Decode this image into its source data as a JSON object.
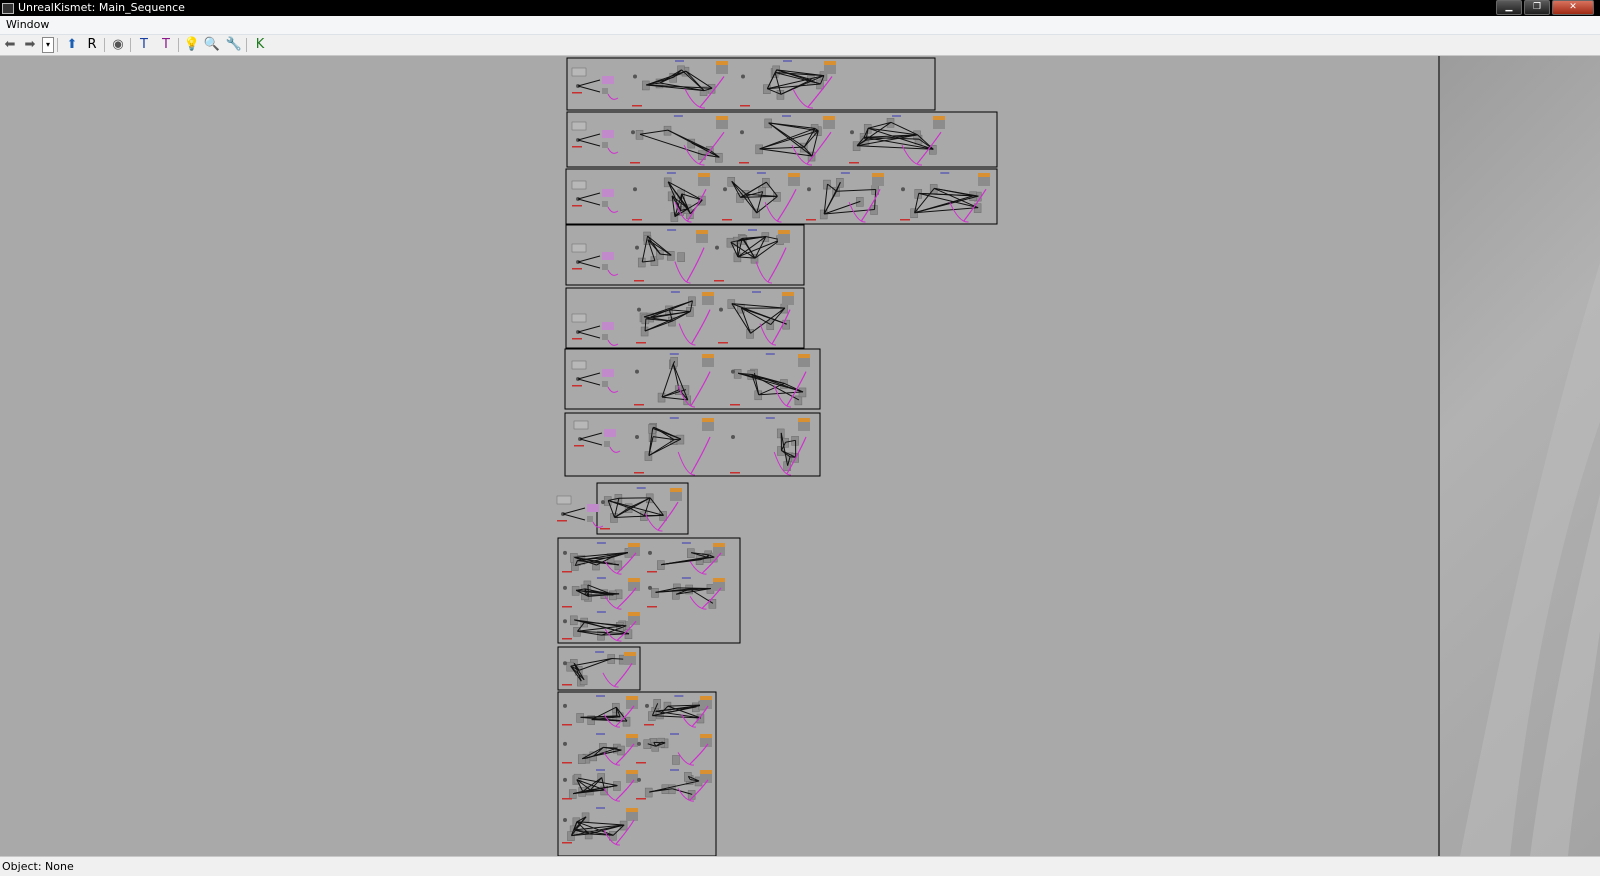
{
  "window": {
    "title": "UnrealKismet: Main_Sequence"
  },
  "window_controls": [
    {
      "name": "minimize-button",
      "glyph": "▁"
    },
    {
      "name": "maximize-button",
      "glyph": "❐"
    },
    {
      "name": "close-button",
      "glyph": "✕"
    }
  ],
  "menubar": {
    "items": [
      "Window"
    ]
  },
  "toolbar": {
    "buttons": [
      {
        "name": "back-arrow-icon",
        "glyph": "⬅",
        "color": "#555555",
        "type": "button"
      },
      {
        "name": "forward-arrow-icon",
        "glyph": "➡",
        "color": "#555555",
        "type": "button"
      },
      {
        "name": "history-dropdown",
        "glyph": "▾",
        "color": "#000000",
        "type": "dropdown"
      },
      {
        "name": "parent-sequence-up-icon",
        "glyph": "⬆",
        "color": "#1a5fb4",
        "type": "button"
      },
      {
        "name": "rename-sequence-icon",
        "glyph": "R",
        "color": "#000000",
        "type": "button"
      },
      {
        "name": "hide-connectors-icon",
        "glyph": "◉",
        "color": "#555555",
        "type": "button"
      },
      {
        "name": "show-all-connectors-icon",
        "glyph": "T",
        "color": "#1a3fa0",
        "type": "button"
      },
      {
        "name": "hide-unused-connectors-icon",
        "glyph": "T",
        "color": "#8b1a8b",
        "type": "button"
      },
      {
        "name": "lightbulb-icon",
        "glyph": "💡",
        "color": "#2d6e2d",
        "type": "button"
      },
      {
        "name": "search-icon",
        "glyph": "🔍",
        "color": "#333333",
        "type": "button"
      },
      {
        "name": "wrench-icon",
        "glyph": "🔧",
        "color": "#2d6e2d",
        "type": "button"
      },
      {
        "name": "kismet-k-icon",
        "glyph": "K",
        "color": "#1d7a1d",
        "type": "button"
      }
    ]
  },
  "canvas": {
    "sequence_group_count": 11
  },
  "status": {
    "object_label": "Object: None"
  },
  "colors": {
    "canvas_bg": "#a9a9a9",
    "node": "#8c8c8c",
    "wire": "#111111",
    "var_link": "#d030d0",
    "var_node": "#c08acb",
    "event_head": "#7070b0",
    "output_head": "#d89030",
    "red_mark": "#c83030"
  }
}
